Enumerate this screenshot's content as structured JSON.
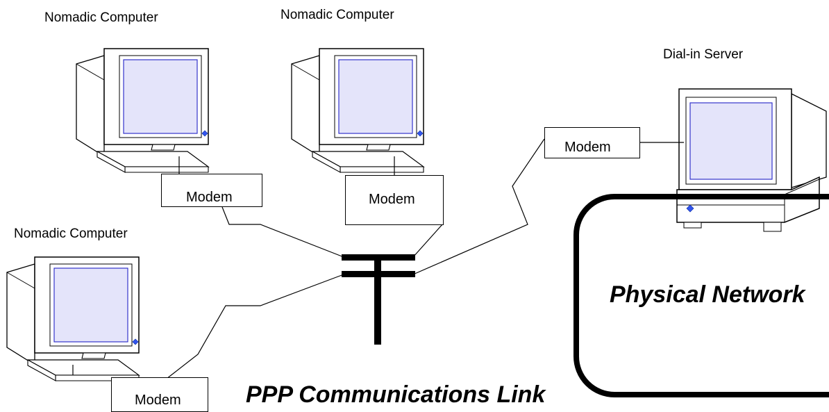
{
  "computers": {
    "nomadic_top_left": "Nomadic Computer",
    "nomadic_top_middle": "Nomadic Computer",
    "nomadic_bottom_left": "Nomadic Computer",
    "server": "Dial-in Server"
  },
  "modems": {
    "modem_1": "Modem",
    "modem_2": "Modem",
    "modem_3": "Modem",
    "modem_4": "Modem"
  },
  "network_label": "Physical Network",
  "link_label": "PPP Communications Link",
  "colors": {
    "screen": "#e4e4fa",
    "screen_border": "#3333cc",
    "line": "#000000",
    "button": "#3355ee"
  }
}
